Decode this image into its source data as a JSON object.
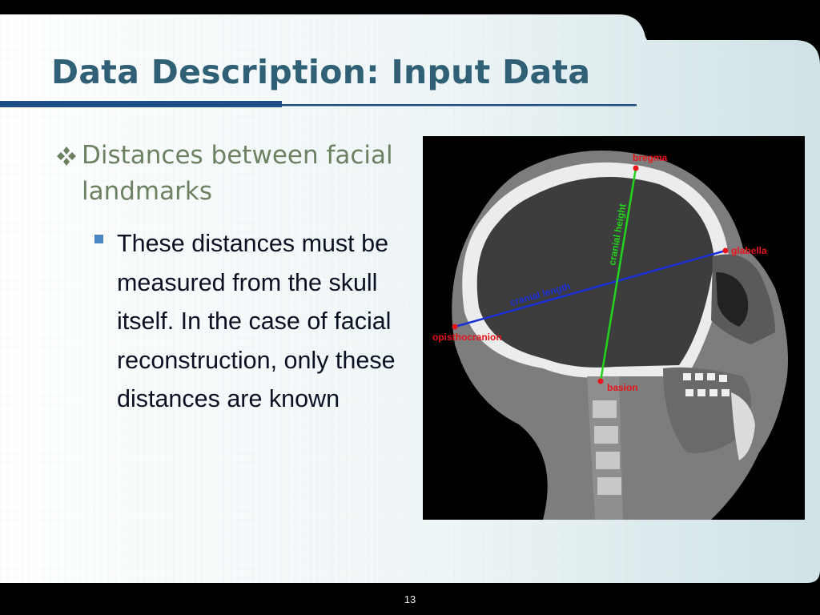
{
  "slide": {
    "title": "Data Description: Input Data",
    "bullet_level1": "Distances between facial landmarks",
    "bullet_level2": "These distances must be measured from the skull itself. In the case of facial reconstruction, only these distances are known",
    "slide_number": "13"
  },
  "figure": {
    "labels": {
      "bregma": "bregma",
      "glabella": "glabella",
      "opisthocranion": "opisthocranion",
      "basion": "basion",
      "cranial_height": "cranial height",
      "cranial_length": "cranial length"
    }
  },
  "colors": {
    "title": "#2f6076",
    "level1_text": "#6b8162",
    "level2_text": "#0b1022",
    "accent_line": "#1f4f86",
    "landmark_label": "#e8141a",
    "cranial_height_line": "#22d41e",
    "cranial_length_line": "#1a2fd6"
  },
  "icons": {
    "level1_bullet": "diamond-cluster-icon",
    "level2_bullet": "square-bullet-icon"
  }
}
